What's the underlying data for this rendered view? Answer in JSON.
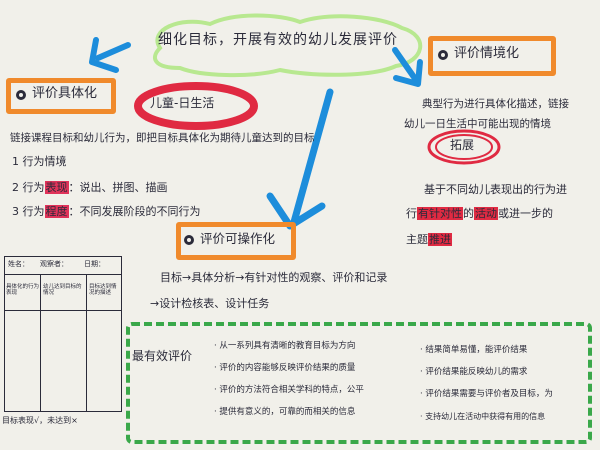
{
  "title": "细化目标，开展有效的幼儿发展评价",
  "section1": {
    "heading": "评价具体化",
    "tag": "儿童-日生活",
    "body": "链接课程目标和幼儿行为，即把目标具体化为期待儿童达到的目标",
    "items": [
      {
        "num": "1",
        "label": "行为情境",
        "rest": ""
      },
      {
        "num": "2",
        "label": "行为",
        "highlight": "表现",
        "rest": "：说出、拼图、描画"
      },
      {
        "num": "3",
        "label": "行为",
        "highlight": "程度",
        "rest": "：不同发展阶段的不同行为"
      }
    ]
  },
  "section2": {
    "heading": "评价情境化",
    "body_line1": "典型行为进行具体化描述，链接",
    "body_line2": "幼儿一日生活中可能出现的情境",
    "circle_tag": "拓展",
    "para_line1": "基于不同幼儿表现出的行为进",
    "para_line2_a": "行",
    "para_line2_hl1": "有针对性",
    "para_line2_b": "的",
    "para_line2_hl2": "活动",
    "para_line2_c": "或进一步的",
    "para_line3_a": "主题",
    "para_line3_hl": "推进"
  },
  "section3": {
    "heading": "评价可操作化",
    "line1": "目标→具体分析→有针对性的观察、评价和记录",
    "line2": "→设计检核表、设计任务"
  },
  "table": {
    "header_row": [
      "姓名：",
      "观察者：",
      "日期："
    ],
    "col_headers": [
      "具体化的行为表现",
      "幼儿达到目标的情况",
      "目标达到情况的描述"
    ],
    "footer": "目标表现√，未达到×"
  },
  "section4": {
    "heading": "最有效评价",
    "left_items": [
      "从一系列具有清晰的教育目标为方向",
      "评价的内容能够反映评价结果的质量",
      "评价的方法符合相关学科的特点，公平",
      "提供有意义的，可靠的而相关的信息"
    ],
    "right_items": [
      "结果简单易懂，能评价结果",
      "评价结果能反映幼儿的需求",
      "评价结果需要与评价者及目标，为",
      "支持幼儿在活动中获得有用的信息"
    ]
  },
  "colors": {
    "orange": "#f08a2c",
    "red": "#e02a42",
    "pink": "#e0335a",
    "blue": "#1d8ddb",
    "green": "#3aa84a",
    "lightgreen": "#b8e890",
    "ink": "#2b2b3a"
  }
}
